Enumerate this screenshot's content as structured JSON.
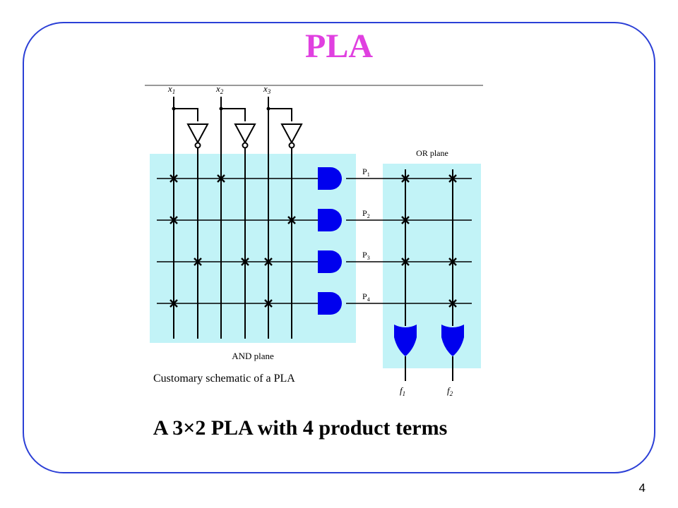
{
  "slide": {
    "title": "PLA",
    "caption": "A 3×2 PLA with 4 product terms",
    "page_number": "4"
  },
  "diagram": {
    "inputs": [
      {
        "name": "x",
        "sub": "1"
      },
      {
        "name": "x",
        "sub": "2"
      },
      {
        "name": "x",
        "sub": "3"
      }
    ],
    "products": [
      {
        "name": "P",
        "sub": "1"
      },
      {
        "name": "P",
        "sub": "2"
      },
      {
        "name": "P",
        "sub": "3"
      },
      {
        "name": "P",
        "sub": "4"
      }
    ],
    "outputs": [
      {
        "name": "f",
        "sub": "1"
      },
      {
        "name": "f",
        "sub": "2"
      }
    ],
    "or_plane_label": "OR plane",
    "and_plane_label": "AND plane",
    "figure_caption": "Customary schematic of a PLA",
    "colors": {
      "plane": "#c2f3f7",
      "gate": "#0000ee",
      "title": "#e040e0",
      "frame": "#2b3fd6"
    }
  }
}
